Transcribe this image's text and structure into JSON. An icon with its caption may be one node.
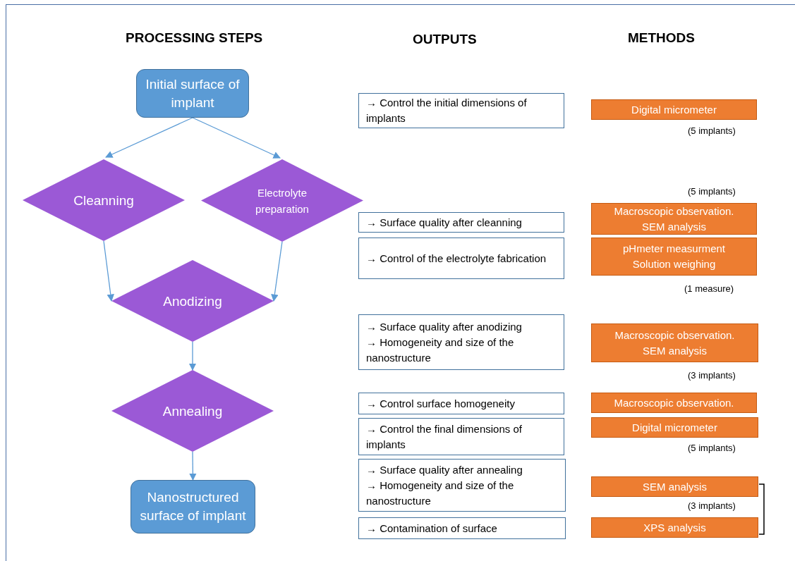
{
  "diagram": {
    "nodes": [
      {
        "text": [
          "Initial surface of implant"
        ]
      },
      {
        "text": [
          "Cleanning"
        ]
      },
      {
        "text": [
          "Electrolyte preparation"
        ]
      },
      {
        "text": [
          "Anodizing"
        ]
      },
      {
        "text": [
          "Annealing"
        ]
      },
      {
        "text": [
          "Nanostructured surface of implant"
        ]
      },
      {
        "text": [
          "→ Control the initial dimensions of implants"
        ]
      },
      {
        "text": [
          "→ Surface quality after cleanning"
        ]
      },
      {
        "text": [
          "→ Control of the electrolyte fabrication"
        ]
      },
      {
        "text": [
          "→ Surface quality after anodizing",
          "→ Homogeneity and size of the nanostructure"
        ]
      },
      {
        "text": [
          "→ Control surface homogeneity"
        ]
      },
      {
        "text": [
          "→ Control the final dimensions of implants"
        ]
      },
      {
        "text": [
          "→ Surface quality after annealing",
          "→ Homogeneity and size of the nanostructure"
        ]
      },
      {
        "text": [
          "→ Contamination of surface"
        ]
      },
      {
        "text": [
          "Digital micrometer"
        ],
        "beside": [
          "(5 implants)"
        ]
      },
      {
        "text": [
          "Macroscopic observation.",
          "SEM analysis"
        ],
        "beside": [
          "(5 implants)"
        ]
      },
      {
        "text": [
          "pHmeter measurment",
          "Solution weighing"
        ],
        "beside": [
          "(1  measure)"
        ]
      },
      {
        "text": [
          "Macroscopic observation.",
          "SEM analysis"
        ],
        "beside": [
          "(3 implants)"
        ]
      },
      {
        "text": [
          "Macroscopic observation."
        ]
      },
      {
        "text": [
          "Digital micrometer"
        ],
        "beside": [
          "(5 implants)"
        ]
      },
      {
        "text": [
          "SEM analysis"
        ],
        "beside": [
          "(3 implants)"
        ]
      },
      {
        "text": [
          "XPS analysis"
        ]
      }
    ],
    "edges": [
      {
        "from": 0,
        "to": 1,
        "arrow": "to"
      },
      {
        "from": 0,
        "to": 2,
        "arrow": "to"
      },
      {
        "from": 1,
        "to": 3,
        "arrow": "to"
      },
      {
        "from": 2,
        "to": 3,
        "arrow": "to"
      },
      {
        "from": 3,
        "to": 4,
        "arrow": "to"
      },
      {
        "from": 4,
        "to": 5,
        "arrow": "to"
      }
    ],
    "labels": [
      "PROCESSING STEPS",
      "OUTPUTS",
      "METHODS"
    ]
  }
}
